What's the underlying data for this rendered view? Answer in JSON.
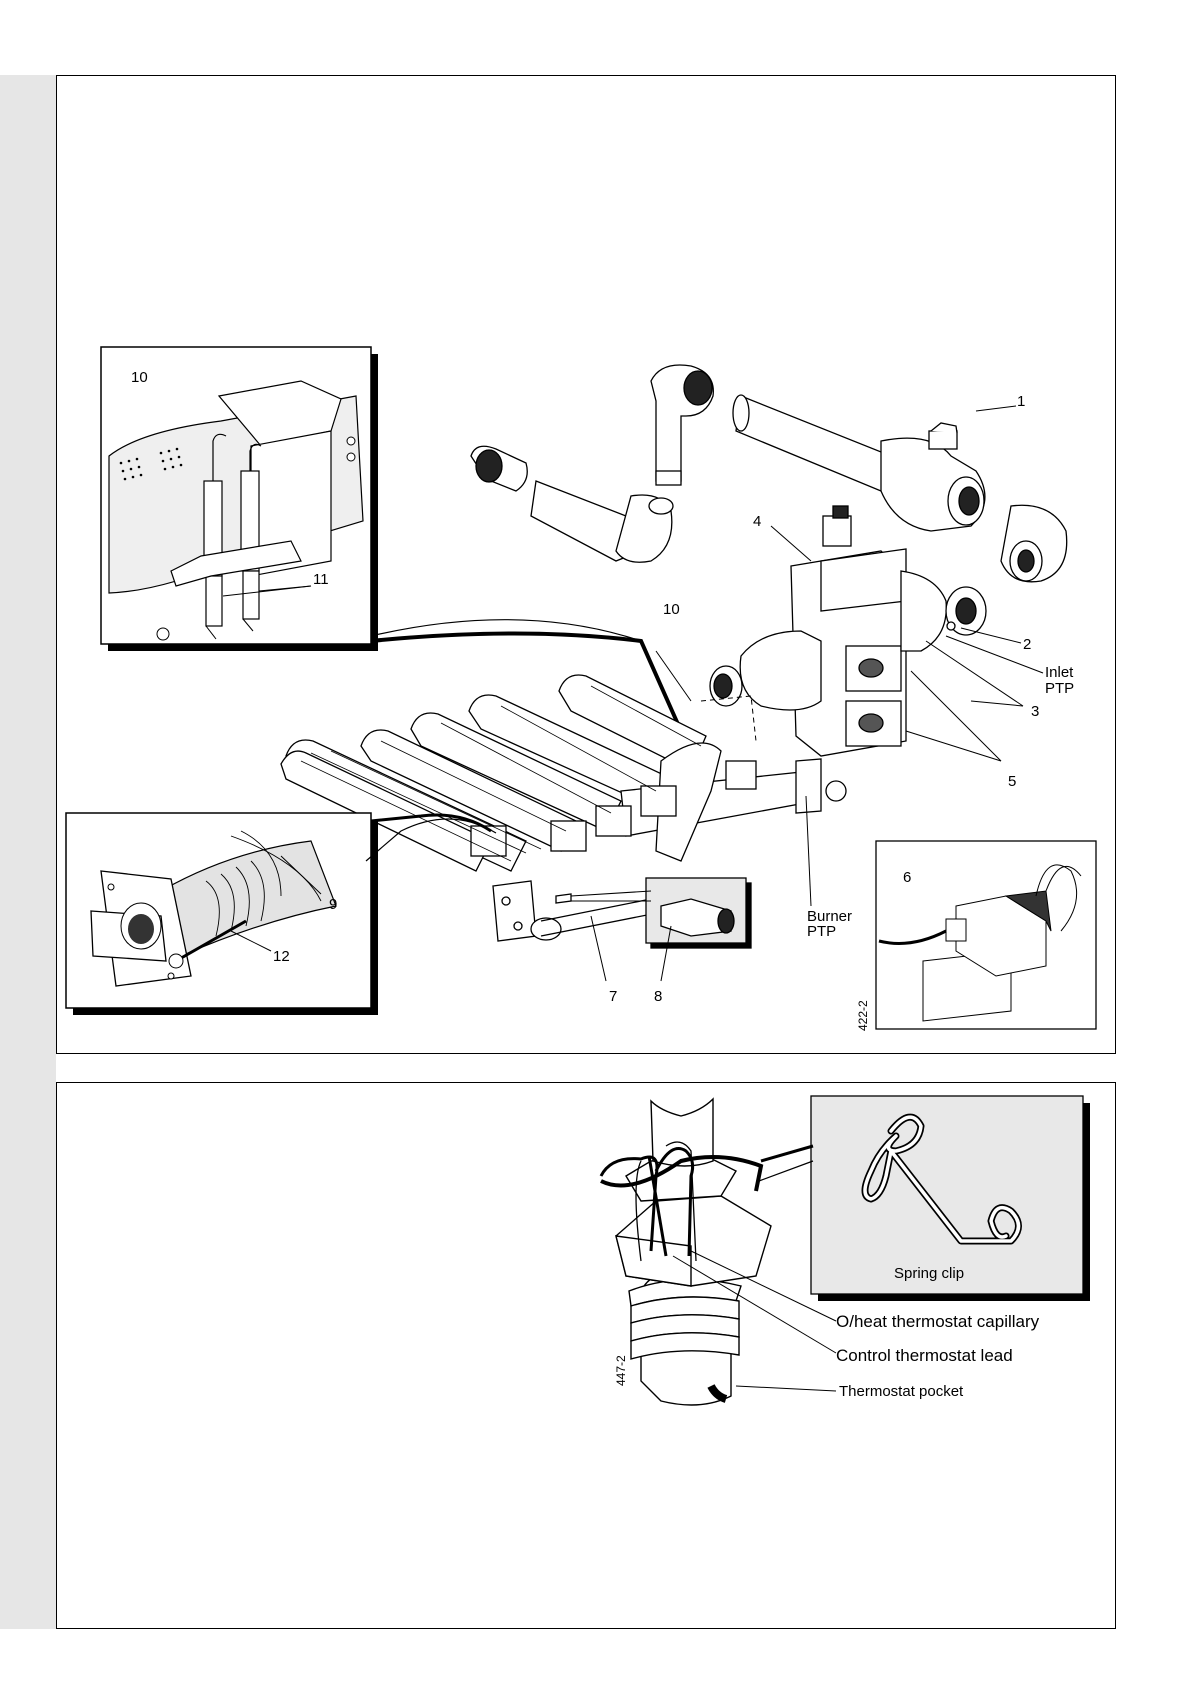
{
  "diagram_top": {
    "callouts": {
      "c1": "1",
      "c2": "2",
      "c3": "3",
      "c4": "4",
      "c5": "5",
      "c6": "6",
      "c7": "7",
      "c8": "8",
      "c9": "9",
      "c10_inset": "10",
      "c10_main": "10",
      "c11": "11",
      "c12": "12"
    },
    "inlet_ptp": [
      "Inlet",
      "PTP"
    ],
    "burner_ptp": [
      "Burner",
      "PTP"
    ],
    "figure_ref": "422-2"
  },
  "diagram_bottom": {
    "spring_clip": "Spring clip",
    "overheat_capillary": "O/heat thermostat  capillary",
    "control_lead": "Control thermostat lead",
    "thermostat_pocket": "Thermostat pocket",
    "figure_ref": "447-2"
  },
  "colors": {
    "sidebar": "#e6e6e6",
    "inset_fill": "#e8e8e8",
    "stroke": "#000000"
  }
}
